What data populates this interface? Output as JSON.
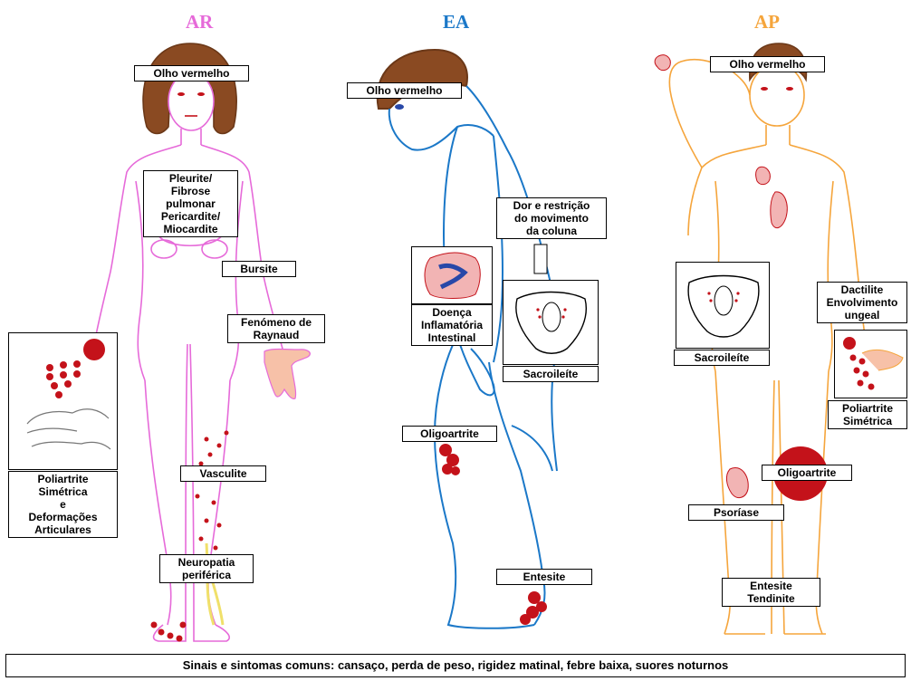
{
  "titles": {
    "ar": "AR",
    "ea": "EA",
    "ap": "AP"
  },
  "colors": {
    "ar": "#e66ad9",
    "ea": "#1b78c8",
    "ap": "#f5a53c",
    "lesion": "#c4121a",
    "hair": "#8a4a22"
  },
  "ar_labels": {
    "eye": "Olho vermelho",
    "lung": "Pleurite/\nFibrose\npulmonar\nPericardite/\nMiocardite",
    "bursitis": "Bursite",
    "raynaud": "Fenómeno de\nRaynaud",
    "polyarthritis": "Poliartrite\nSimétrica\ne\nDeformações\nArticulares",
    "vasculitis": "Vasculite",
    "neuropathy": "Neuropatia\nperiférica"
  },
  "ea_labels": {
    "eye": "Olho vermelho",
    "spine": "Dor e restrição\ndo movimento\nda coluna",
    "ibd": "Doença\nInflamatória\nIntestinal",
    "sacroiliitis": "Sacroileíte",
    "oligoarthritis": "Oligoartrite",
    "enthesitis": "Entesite"
  },
  "ap_labels": {
    "eye": "Olho vermelho",
    "sacroiliitis": "Sacroileíte",
    "dactylitis": "Dactilite\nEnvolvimento\nungeal",
    "polyarthritis": "Poliartrite\nSimétrica",
    "oligoarthritis": "Oligoartrite",
    "psoriasis": "Psoríase",
    "enthesitis": "Entesite\nTendinite"
  },
  "footer": "Sinais e sintomas comuns: cansaço, perda de peso, rigidez matinal, febre baixa, suores noturnos"
}
